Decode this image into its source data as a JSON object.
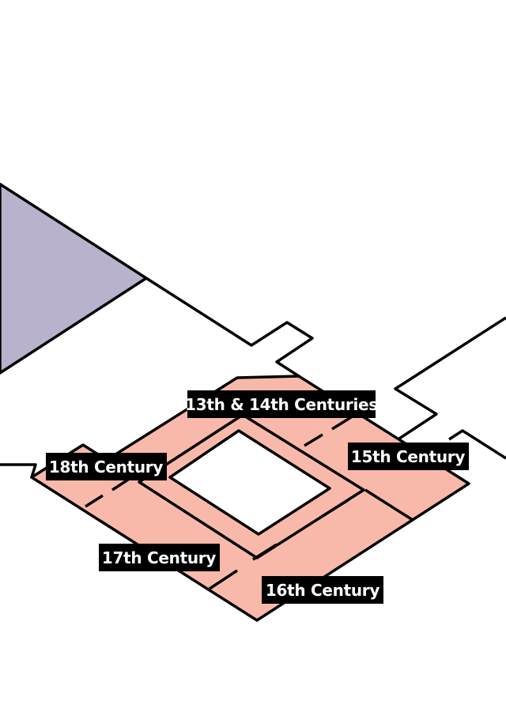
{
  "colors": {
    "background": "#ffffff",
    "outline": "#000000",
    "gallery_fill": "#f9b9aa",
    "adjacent_wing_fill": "#b8b2cc",
    "label_background": "#000000",
    "label_text": "#ffffff"
  },
  "map": {
    "labels": {
      "centuries_13_14": "13th & 14th Centuries",
      "century_15": "15th Century",
      "century_16": "16th Century",
      "century_17": "17th Century",
      "century_18": "18th Century"
    }
  }
}
